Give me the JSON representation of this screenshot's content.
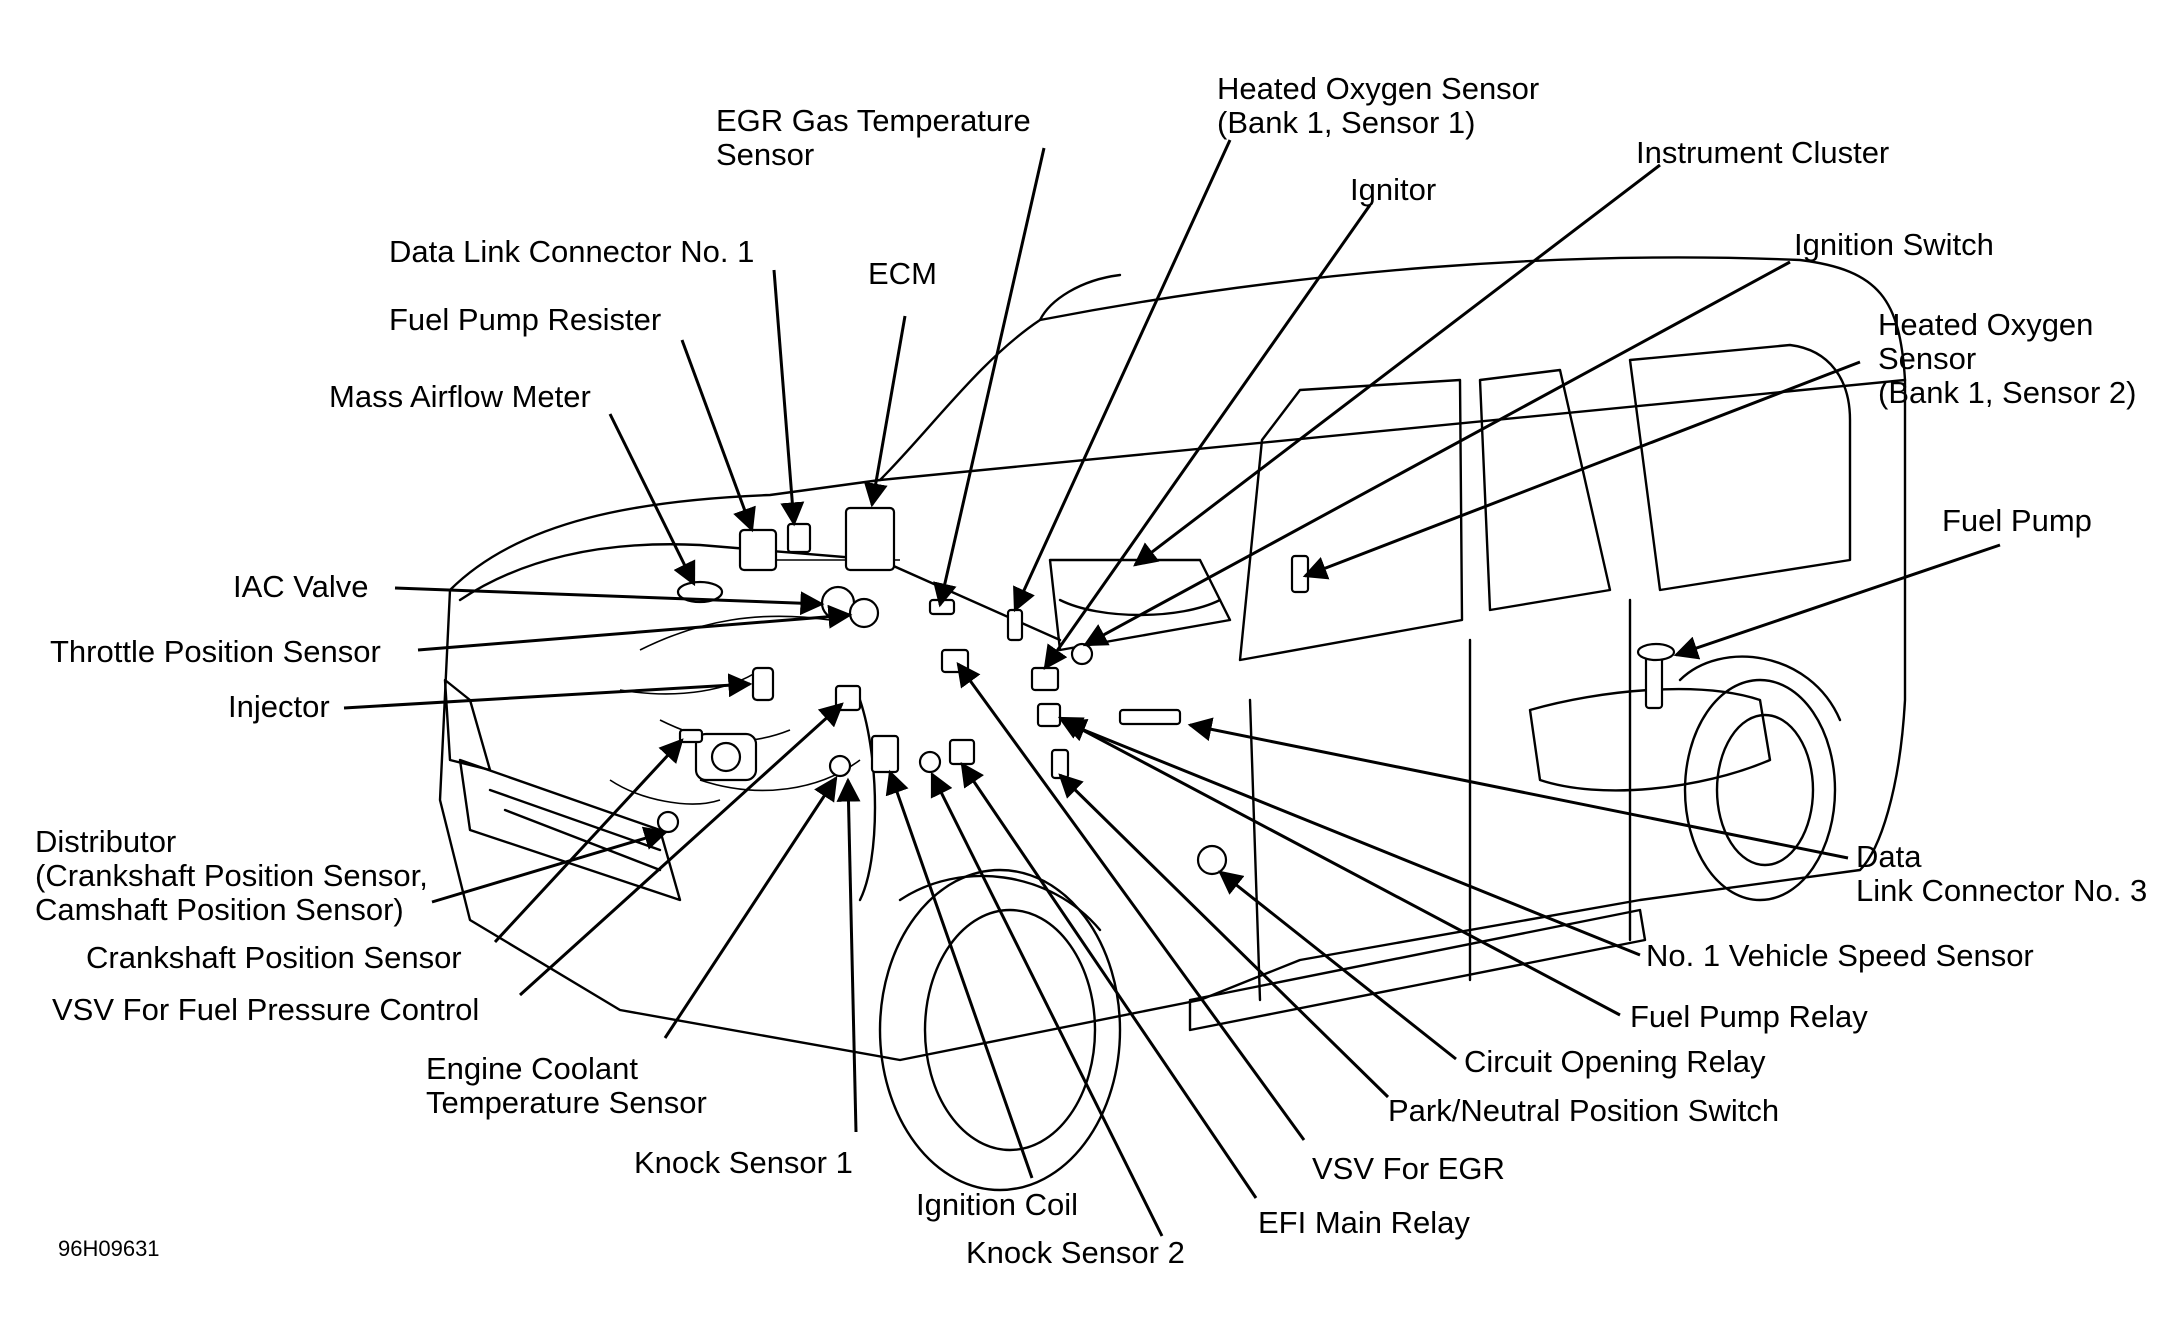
{
  "figure_id": "96H09631",
  "labels": [
    {
      "id": "egr-gas-temperature-sensor",
      "lines": [
        "EGR Gas Temperature",
        "Sensor"
      ]
    },
    {
      "id": "heated-oxygen-sensor-b1s1",
      "lines": [
        "Heated Oxygen Sensor",
        "(Bank 1, Sensor 1)"
      ]
    },
    {
      "id": "instrument-cluster",
      "lines": [
        "Instrument Cluster"
      ]
    },
    {
      "id": "ignitor",
      "lines": [
        "Ignitor"
      ]
    },
    {
      "id": "ignition-switch",
      "lines": [
        "Ignition Switch"
      ]
    },
    {
      "id": "heated-oxygen-sensor-b1s2",
      "lines": [
        "Heated Oxygen",
        "Sensor",
        "(Bank 1, Sensor 2)"
      ]
    },
    {
      "id": "data-link-connector-1",
      "lines": [
        "Data Link Connector No. 1"
      ]
    },
    {
      "id": "ecm",
      "lines": [
        "ECM"
      ]
    },
    {
      "id": "fuel-pump-resister",
      "lines": [
        "Fuel Pump Resister"
      ]
    },
    {
      "id": "mass-airflow-meter",
      "lines": [
        "Mass Airflow Meter"
      ]
    },
    {
      "id": "fuel-pump",
      "lines": [
        "Fuel Pump"
      ]
    },
    {
      "id": "iac-valve",
      "lines": [
        "IAC Valve"
      ]
    },
    {
      "id": "throttle-position-sensor",
      "lines": [
        "Throttle Position Sensor"
      ]
    },
    {
      "id": "injector",
      "lines": [
        "Injector"
      ]
    },
    {
      "id": "distributor",
      "lines": [
        "Distributor",
        "(Crankshaft Position Sensor,",
        "Camshaft Position Sensor)"
      ]
    },
    {
      "id": "data-link-connector-3",
      "lines": [
        "Data",
        "Link Connector No. 3"
      ]
    },
    {
      "id": "crankshaft-position-sensor",
      "lines": [
        "Crankshaft Position Sensor"
      ]
    },
    {
      "id": "no1-vehicle-speed-sensor",
      "lines": [
        "No. 1 Vehicle Speed Sensor"
      ]
    },
    {
      "id": "vsv-fuel-pressure-control",
      "lines": [
        "VSV For Fuel Pressure Control"
      ]
    },
    {
      "id": "fuel-pump-relay",
      "lines": [
        "Fuel Pump Relay"
      ]
    },
    {
      "id": "engine-coolant-temperature-sensor",
      "lines": [
        "Engine Coolant",
        "Temperature Sensor"
      ]
    },
    {
      "id": "circuit-opening-relay",
      "lines": [
        "Circuit Opening Relay"
      ]
    },
    {
      "id": "park-neutral-position-switch",
      "lines": [
        "Park/Neutral Position Switch"
      ]
    },
    {
      "id": "knock-sensor-1",
      "lines": [
        "Knock Sensor 1"
      ]
    },
    {
      "id": "vsv-for-egr",
      "lines": [
        "VSV For EGR"
      ]
    },
    {
      "id": "ignition-coil",
      "lines": [
        "Ignition Coil"
      ]
    },
    {
      "id": "efi-main-relay",
      "lines": [
        "EFI Main Relay"
      ]
    },
    {
      "id": "knock-sensor-2",
      "lines": [
        "Knock Sensor 2"
      ]
    }
  ]
}
